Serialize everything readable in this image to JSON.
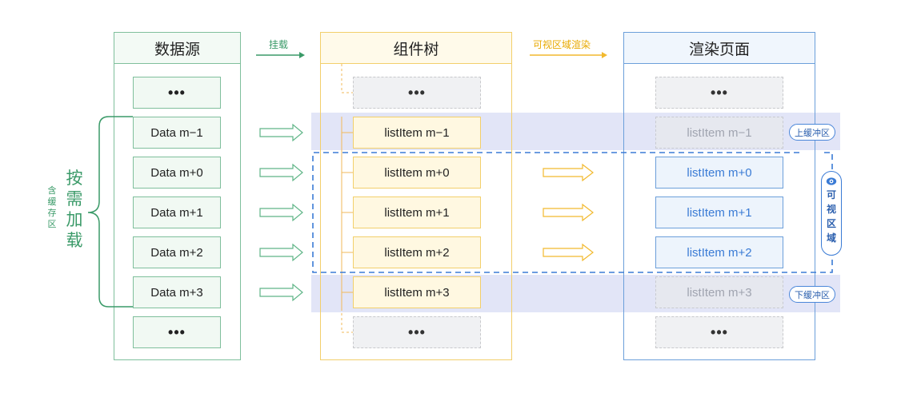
{
  "columns": {
    "data_source": "数据源",
    "component_tree": "组件树",
    "render_page": "渲染页面"
  },
  "flow_labels": {
    "mount": "挂载",
    "visible_render": "可视区域渲染"
  },
  "side_labels": {
    "on_demand": "按需加载",
    "with_cache": "含缓存区"
  },
  "buffer_tags": {
    "upper": "上缓冲区",
    "lower": "下缓冲区"
  },
  "visible_area": "可视区域",
  "ellipsis": "•••",
  "data_items": [
    "Data m−1",
    "Data m+0",
    "Data m+1",
    "Data m+2",
    "Data m+3"
  ],
  "tree_items": [
    "listItem m−1",
    "listItem m+0",
    "listItem m+1",
    "listItem m+2",
    "listItem m+3"
  ],
  "render_items": [
    "listItem m−1",
    "listItem m+0",
    "listItem m+1",
    "listItem m+2",
    "listItem m+3"
  ],
  "colors": {
    "green": "#7fbf9c",
    "yellow": "#f2cf6b",
    "blue": "#6c9fda",
    "dash_blue": "#3a7bd5",
    "band": "#cbd0f0"
  },
  "icons": [
    "eye-icon",
    "arrow-right-icon",
    "hollow-arrow-icon",
    "curly-brace-icon"
  ]
}
